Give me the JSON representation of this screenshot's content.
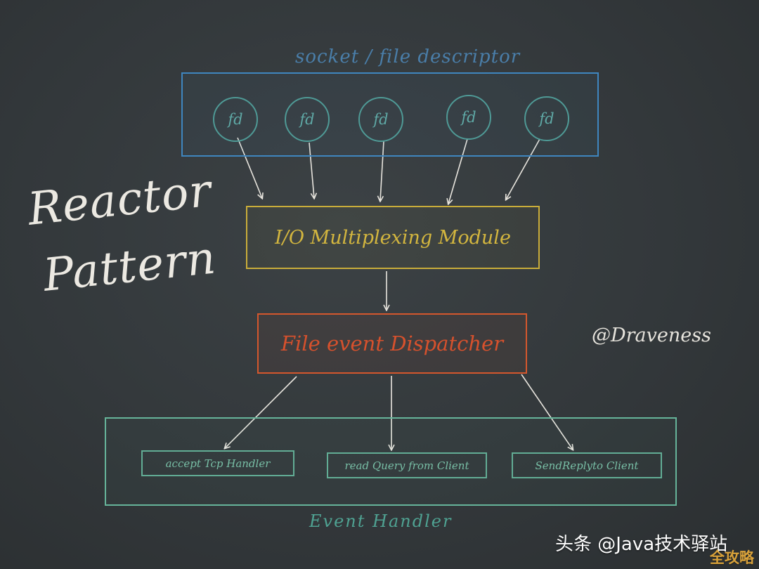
{
  "title": {
    "line1": "Reactor",
    "line2": "Pattern"
  },
  "socket_label": "socket / file descriptor",
  "fd_items": [
    "fd",
    "fd",
    "fd",
    "fd",
    "fd"
  ],
  "multiplexer": "I/O Multiplexing Module",
  "dispatcher": "File event Dispatcher",
  "author": "@Draveness",
  "handlers": [
    "accept Tcp Handler",
    "read Query from Client",
    "SendReplyto Client"
  ],
  "handler_area_label": "Event Handler",
  "watermark": "头条 @Java技术驿站",
  "corner_logo": "全攻略",
  "colors": {
    "background": "#34393c",
    "fd_box": "#3f86bf",
    "fd_circle": "#4f9a96",
    "multiplexer": "#c9ad3a",
    "dispatcher": "#d4572d",
    "handlers": "#66b49a",
    "arrows": "#e8e5de"
  }
}
